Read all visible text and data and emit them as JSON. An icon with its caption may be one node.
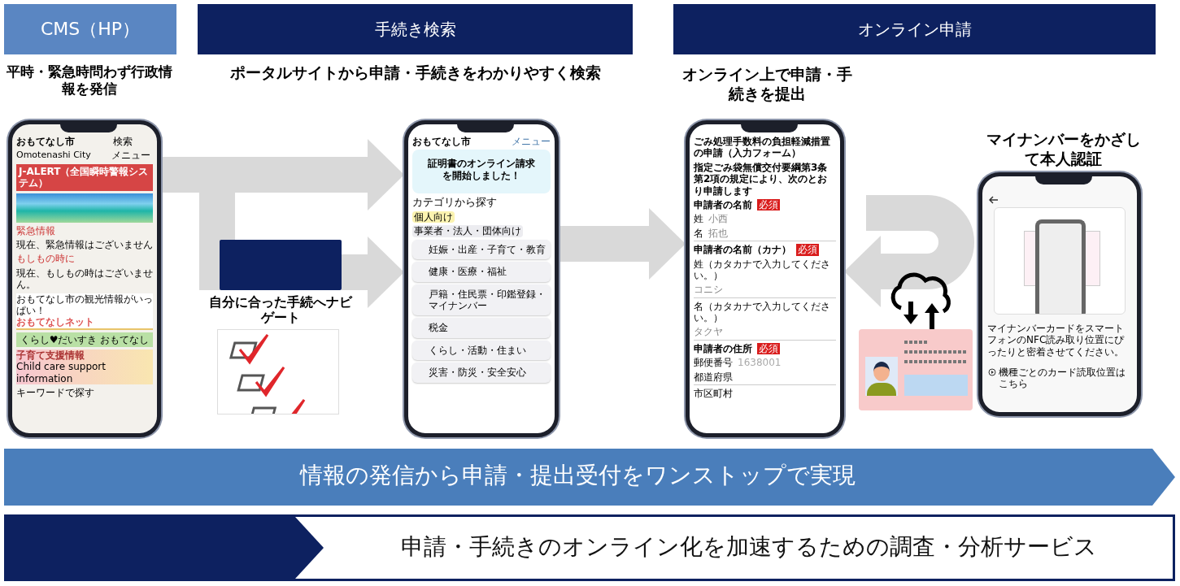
{
  "diagram": {
    "nodes": [
      {
        "text": [
          "CMS（HP）"
        ]
      },
      {
        "text": [
          "手続き検索"
        ]
      },
      {
        "text": [
          "オンライン申請"
        ]
      },
      {
        "text": [
          "おもてなし市",
          "Omotenashi City",
          "検索",
          "メニュー",
          "J-ALERT（全国瞬時警報システム）",
          "緊急情報",
          "現在、緊急情報はございません",
          "もしもの時に",
          "現在、もしもの時はございません。",
          "おもてなし市の観光情報がいっぱい！",
          "おもてなしネット",
          "くらし♥だいすき おもてなし",
          "子育て支援情報",
          "Child care support information",
          "キーワードで探す"
        ]
      },
      {
        "text": [],
        "shape": "box",
        "beside": [
          "自分に合った手続へナビゲート"
        ]
      },
      {
        "text": [
          "おもてなし市",
          "メニュー",
          "証明書のオンライン請求を開始しました！",
          "カテゴリから探す",
          "個人向け",
          "事業者・法人・団体向け",
          "妊娠・出産・子育て・教育",
          "健康・医療・福祉",
          "戸籍・住民票・印鑑登録・マイナンバー",
          "税金",
          "くらし・活動・住まい",
          "災害・防災・安全安心"
        ]
      },
      {
        "text": [
          "ごみ処理手数料の負担軽減措置の申請（入力フォーム）",
          "指定ごみ袋無償交付要綱第3条第2項の規定により、次のとおり申請します",
          "申請者の名前",
          "必須",
          "姓",
          "小西",
          "名",
          "拓也",
          "申請者の名前（カナ）",
          "必須",
          "姓（カタカナで入力してください。）",
          "コニシ",
          "名（カタカナで入力してください。）",
          "タクヤ",
          "申請者の住所",
          "必須",
          "郵便番号",
          "1638001",
          "都道府県",
          "市区町村"
        ]
      },
      {
        "text": [
          "マイナンバーカードをスマートフォンのNFC読み取り位置にぴったりと密着させてください。",
          "機種ごとのカード読取位置はこちら"
        ],
        "beside": [
          "マイナンバーをかざして本人認証"
        ]
      },
      {
        "text": [
          "情報の発信から申請・提出受付をワンストップで実現"
        ]
      },
      {
        "text": [
          "申請・手続きのオンライン化を加速するための調査・分析サービス"
        ]
      },
      {
        "text": [],
        "shape": "chevron",
        "in": 9
      }
    ],
    "edges": [
      {
        "from": 3,
        "to": 5,
        "arrow": "to"
      },
      {
        "from": 4,
        "to": 5,
        "arrow": "to"
      },
      {
        "from": 5,
        "to": 6,
        "arrow": "to"
      },
      {
        "from": null,
        "to": 6,
        "arrow": "to"
      }
    ],
    "labels": [
      "平時・緊急時問わず行政情報を発信",
      "ポータルサイトから申請・手続きをわかりやすく検索",
      "オンライン上で申請・手続きを提出"
    ]
  }
}
